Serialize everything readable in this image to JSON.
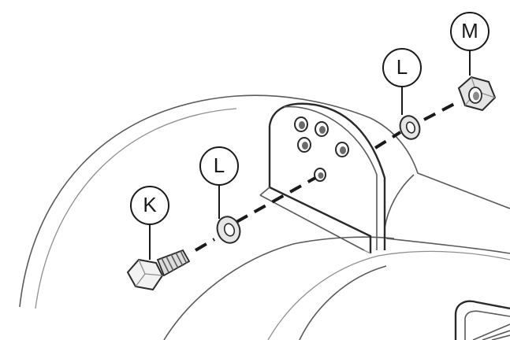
{
  "callouts": {
    "K": "K",
    "L_bolt_side": "L",
    "L_nut_side": "L",
    "M": "M"
  }
}
